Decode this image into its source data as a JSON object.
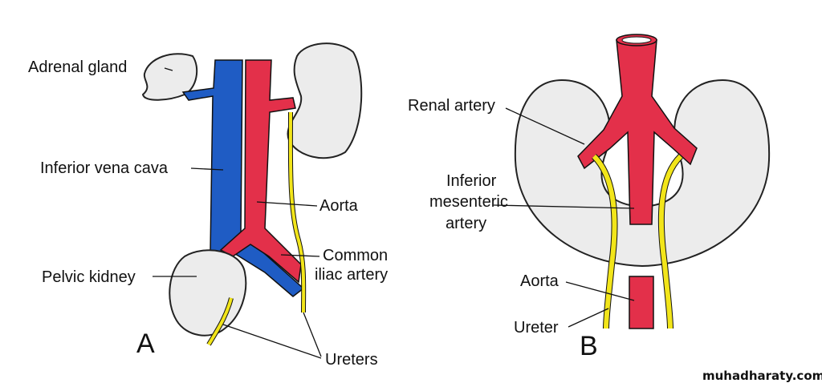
{
  "colors": {
    "artery": "#e3304a",
    "vein": "#1f5cc4",
    "ureter": "#f2e51a",
    "kidney": "#ececec"
  },
  "panel_a": {
    "letter": "A",
    "labels": {
      "adrenal_gland": "Adrenal gland",
      "inferior_vena_cava": "Inferior vena cava",
      "aorta": "Aorta",
      "common_iliac_1": "Common",
      "common_iliac_2": "iliac artery",
      "pelvic_kidney": "Pelvic kidney",
      "ureters": "Ureters"
    }
  },
  "panel_b": {
    "letter": "B",
    "labels": {
      "renal_artery": "Renal artery",
      "ima_1": "Inferior",
      "ima_2": "mesenteric",
      "ima_3": "artery",
      "aorta": "Aorta",
      "ureter": "Ureter"
    }
  },
  "watermark": "muhadharaty.com"
}
